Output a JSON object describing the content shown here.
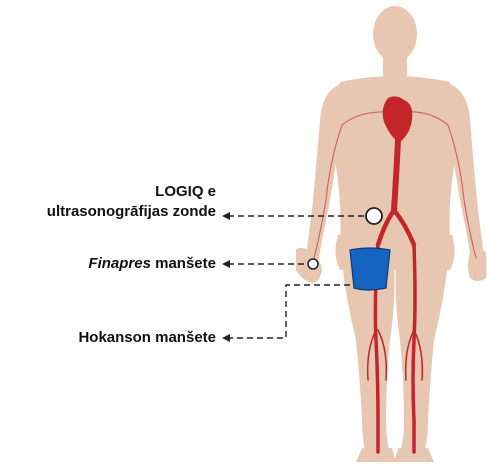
{
  "labels": {
    "probe_line1": "LOGIQ e",
    "probe_line2": "ultrasonogrāfijas zonde",
    "finapres_italic": "Finapres",
    "finapres_rest": " manšete",
    "hokanson": "Hokanson manšete"
  },
  "colors": {
    "skin": "#e8c7b2",
    "artery": "#c3262a",
    "cuff": "#1565c0",
    "cuff_border": "#0d3b78",
    "leader": "#222222",
    "text": "#111111"
  }
}
